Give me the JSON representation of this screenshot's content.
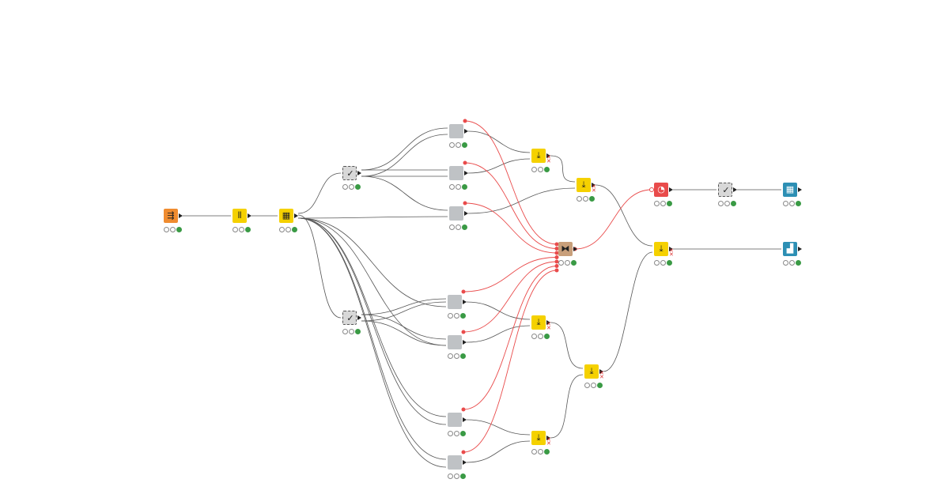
{
  "colors": {
    "source": "#f08c30",
    "manipulator": "#f5d100",
    "gray": "#bfc2c5",
    "metanode": "#d8d8d8",
    "flow": "#e94b4b",
    "control": "#c89f7a",
    "view": "#2d8fb4",
    "edge": "#555555",
    "status_ok": "#3a9a45"
  },
  "nodes": [
    {
      "id": "n1",
      "type": "source",
      "icon": "file-reader-icon"
    },
    {
      "id": "n2",
      "type": "manipulator",
      "icon": "column-filter-icon"
    },
    {
      "id": "n3",
      "type": "manipulator",
      "icon": "table-partition-icon"
    },
    {
      "id": "m1",
      "type": "metanode",
      "icon": "checkmark-icon"
    },
    {
      "id": "m2",
      "type": "metanode",
      "icon": "checkmark-icon"
    },
    {
      "id": "g1",
      "type": "gray",
      "icon": "learner-icon"
    },
    {
      "id": "g2",
      "type": "gray",
      "icon": "learner-icon"
    },
    {
      "id": "g3",
      "type": "gray",
      "icon": "learner-icon"
    },
    {
      "id": "g4",
      "type": "gray",
      "icon": "learner-icon"
    },
    {
      "id": "g5",
      "type": "gray",
      "icon": "learner-icon"
    },
    {
      "id": "g6",
      "type": "gray",
      "icon": "learner-icon"
    },
    {
      "id": "g7",
      "type": "gray",
      "icon": "learner-icon"
    },
    {
      "id": "j1",
      "type": "manipulator",
      "icon": "joiner-icon"
    },
    {
      "id": "j2",
      "type": "manipulator",
      "icon": "joiner-icon"
    },
    {
      "id": "j3",
      "type": "manipulator",
      "icon": "joiner-icon"
    },
    {
      "id": "j4",
      "type": "manipulator",
      "icon": "joiner-icon"
    },
    {
      "id": "j5",
      "type": "manipulator",
      "icon": "joiner-icon"
    },
    {
      "id": "j6",
      "type": "manipulator",
      "icon": "joiner-icon"
    },
    {
      "id": "v1",
      "type": "control",
      "icon": "variable-merge-icon"
    },
    {
      "id": "t1",
      "type": "flow",
      "icon": "timer-icon"
    },
    {
      "id": "m3",
      "type": "metanode",
      "icon": "checkmark-icon"
    },
    {
      "id": "o1",
      "type": "view",
      "icon": "table-view-icon"
    },
    {
      "id": "o2",
      "type": "view",
      "icon": "bar-chart-icon"
    }
  ]
}
